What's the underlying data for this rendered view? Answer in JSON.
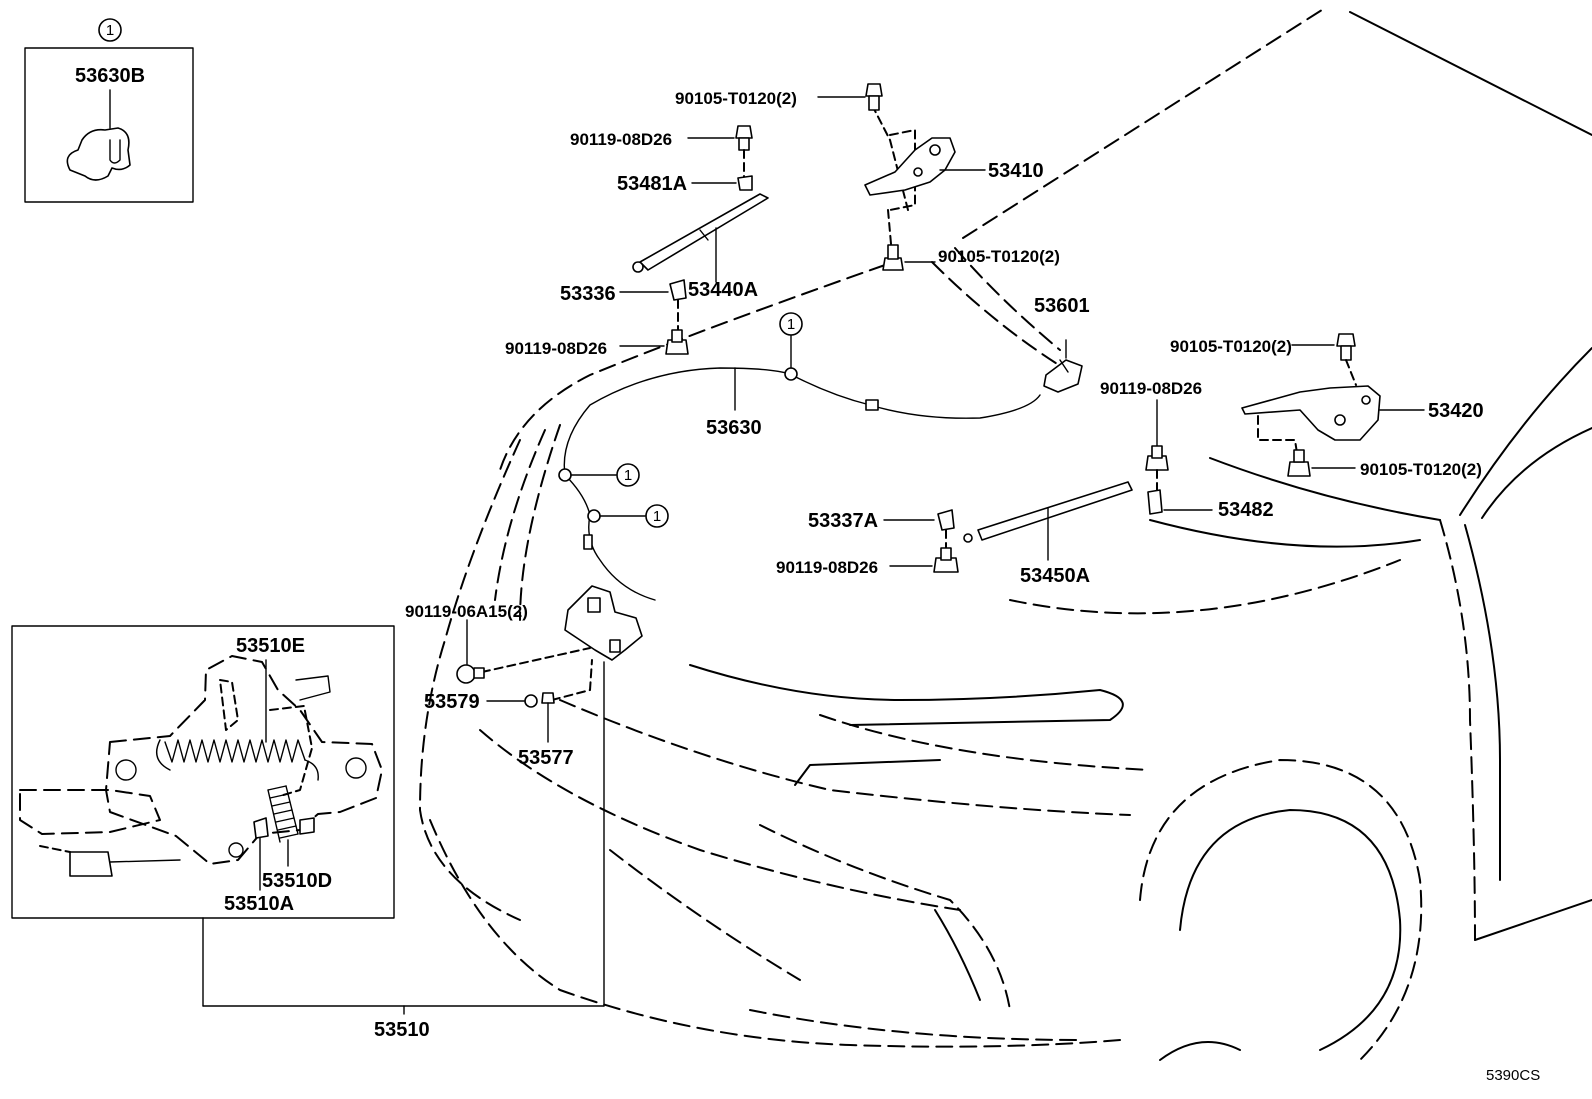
{
  "marker": "1",
  "labels": {
    "p53630B": "53630B",
    "p90105_top": "90105-T0120(2)",
    "p90119_a": "90119-08D26",
    "p53481A": "53481A",
    "p53410": "53410",
    "p90105_mid": "90105-T0120(2)",
    "p53336": "53336",
    "p53440A": "53440A",
    "p90119_b": "90119-08D26",
    "p53601": "53601",
    "p90105_right_top": "90105-T0120(2)",
    "p90119_c": "90119-08D26",
    "p53420": "53420",
    "p90105_right_bot": "90105-T0120(2)",
    "p53630": "53630",
    "p53482": "53482",
    "p53337A": "53337A",
    "p90119_d": "90119-08D26",
    "p53450A": "53450A",
    "p90119_06A15": "90119-06A15(2)",
    "p53579": "53579",
    "p53577": "53577",
    "p53510E": "53510E",
    "p53510D": "53510D",
    "p53510A": "53510A",
    "p53510": "53510"
  },
  "reference_code": "5390CS"
}
